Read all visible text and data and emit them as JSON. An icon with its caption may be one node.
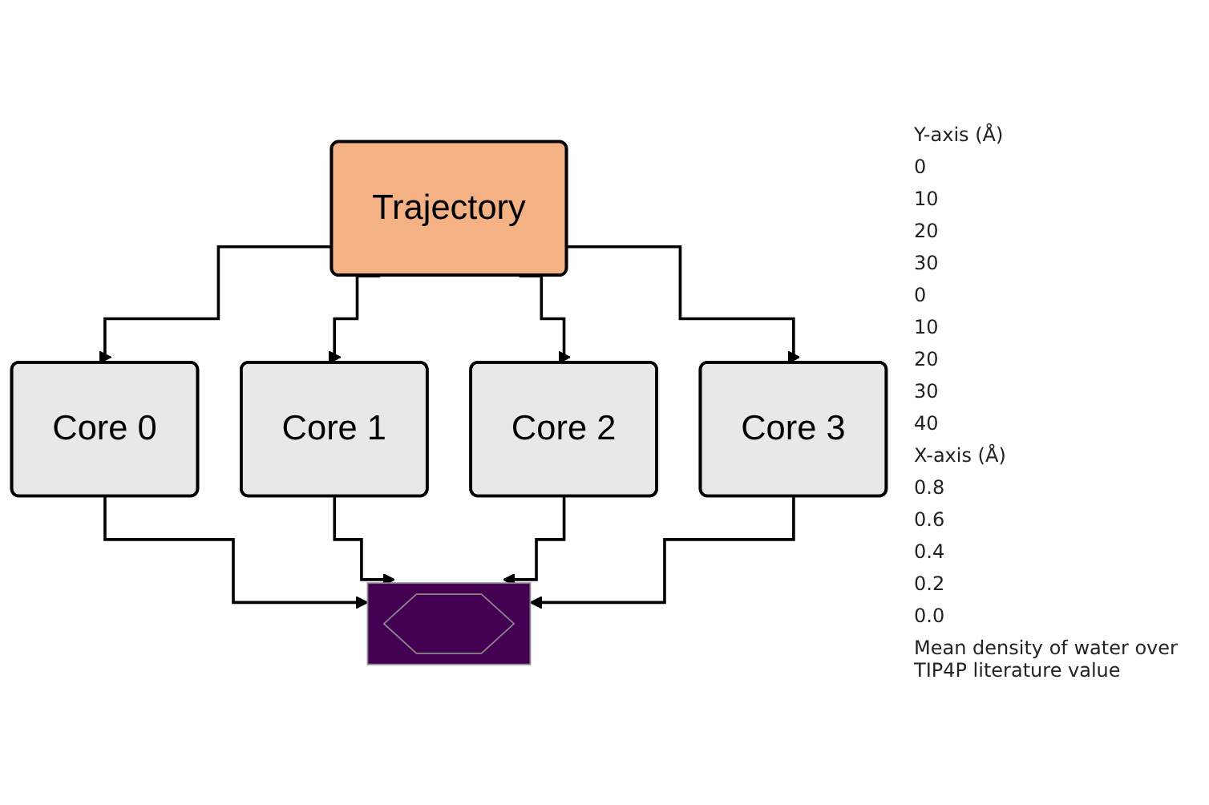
{
  "diagram": {
    "nodes": [
      {
        "text": [
          "Trajectory"
        ]
      },
      {
        "text": [
          "Core 0"
        ]
      },
      {
        "text": [
          "Core 1"
        ]
      },
      {
        "text": [
          "Core 2"
        ]
      },
      {
        "text": [
          "Core 3"
        ]
      },
      {
        "text": [],
        "shape": "picture"
      }
    ],
    "edges": [
      {
        "from": 0,
        "to": 1,
        "arrow": "to"
      },
      {
        "from": 0,
        "to": 2,
        "arrow": "to"
      },
      {
        "from": 0,
        "to": 3,
        "arrow": "to"
      },
      {
        "from": 0,
        "to": 4,
        "arrow": "to"
      },
      {
        "from": 1,
        "to": 5,
        "arrow": "to"
      },
      {
        "from": 2,
        "to": 5,
        "arrow": "to"
      },
      {
        "from": 3,
        "to": 5,
        "arrow": "to"
      },
      {
        "from": 4,
        "to": 5,
        "arrow": "to"
      }
    ],
    "labels": [
      "Y-axis (Å)",
      "0",
      "10",
      "20",
      "30",
      "0",
      "10",
      "20",
      "30",
      "40",
      "X-axis (Å)",
      "0.8",
      "0.6",
      "0.4",
      "0.2",
      "0.0",
      "Mean density of water over TIP4P literature value"
    ]
  }
}
